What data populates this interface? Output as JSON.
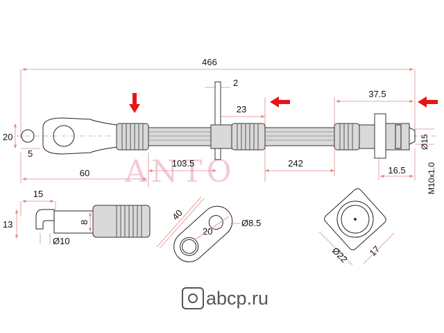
{
  "dimensions": {
    "overall_length": "466",
    "bracket_thickness": "2",
    "fitting_length": "37.5",
    "bracket_offset": "23",
    "eye_height": "20",
    "eye_radius": "5",
    "eye_to_crimp": "60",
    "left_hose_length": "103.5",
    "right_hose_length": "242",
    "thread_length": "16.5",
    "hex_diameter": "Ø15",
    "thread_spec": "M10x1.0",
    "bend_length": "15",
    "bend_height": "13",
    "pipe_inner": "8",
    "pipe_diameter": "Ø10",
    "bracket_length": "40",
    "bracket_hole_spacing": "20",
    "bracket_hole": "Ø8.5",
    "hex_outer": "Ø22",
    "hex_flat": "17"
  },
  "watermark": "ANTO",
  "brand": {
    "name": "abcp.ru"
  },
  "colors": {
    "arrow": "#e8141b",
    "dimension_line": "#e08a8a",
    "watermark": "#f3c9d6"
  }
}
